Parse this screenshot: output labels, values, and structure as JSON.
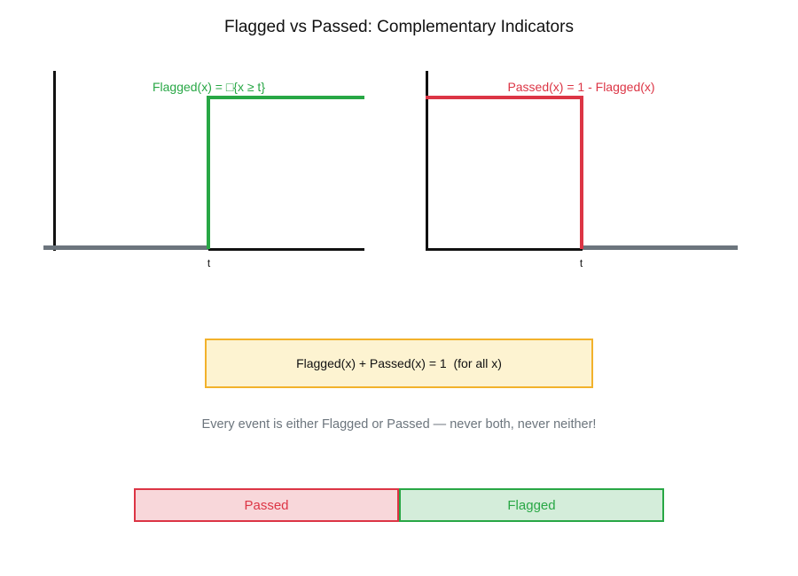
{
  "title": "Flagged vs Passed: Complementary Indicators",
  "plots": {
    "left": {
      "label": "Flagged(x) = □{x ≥ t}",
      "threshold_label": "t",
      "line_color": "#28a745",
      "zero_level_color": "#6c757d",
      "axis_color": "#111111"
    },
    "right": {
      "label": "Passed(x) = 1 - Flagged(x)",
      "threshold_label": "t",
      "line_color": "#dc3545",
      "zero_level_color": "#6c757d",
      "axis_color": "#111111"
    }
  },
  "formula_box": {
    "text": "Flagged(x) + Passed(x) = 1  (for all x)",
    "background": "#fdf3d1",
    "border_color": "#f2b22b",
    "text_color": "#111111"
  },
  "note": {
    "text": "Every event is either Flagged or Passed — never both, never neither!",
    "color": "#6c757d"
  },
  "partition_bar": {
    "segments": [
      {
        "label": "Passed",
        "fill": "#f8d7da",
        "border": "#dc3545",
        "text_color": "#dc3545"
      },
      {
        "label": "Flagged",
        "fill": "#d4edda",
        "border": "#28a745",
        "text_color": "#28a745"
      }
    ]
  },
  "chart_data": [
    {
      "type": "line",
      "subtype": "step",
      "title": "Flagged(x) = □{x ≥ t}",
      "x": [
        0,
        0.5,
        0.5,
        1
      ],
      "y": [
        0,
        0,
        1,
        1
      ],
      "threshold_x": 0.5,
      "xticks": [
        "t"
      ],
      "xlabel": "",
      "ylabel": "",
      "ylim": [
        0,
        1.25
      ],
      "grid": false,
      "legend_position": "none",
      "line_color": "#28a745",
      "zero_segment_color": "#6c757d"
    },
    {
      "type": "line",
      "subtype": "step",
      "title": "Passed(x) = 1 - Flagged(x)",
      "x": [
        0,
        0.5,
        0.5,
        1
      ],
      "y": [
        1,
        1,
        0,
        0
      ],
      "threshold_x": 0.5,
      "xticks": [
        "t"
      ],
      "xlabel": "",
      "ylabel": "",
      "ylim": [
        0,
        1.25
      ],
      "grid": false,
      "legend_position": "none",
      "line_color": "#dc3545",
      "zero_segment_color": "#6c757d"
    },
    {
      "type": "bar",
      "subtype": "horizontal-partition",
      "categories": [
        "Passed",
        "Flagged"
      ],
      "values": [
        0.5,
        0.5
      ],
      "colors": [
        "#f8d7da",
        "#d4edda"
      ],
      "title": ""
    }
  ]
}
